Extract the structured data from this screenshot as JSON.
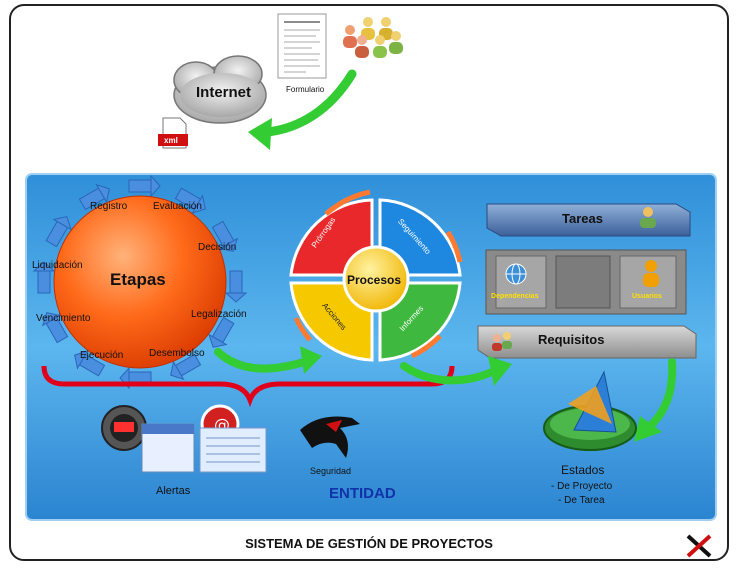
{
  "title": "SISTEMA DE GESTIÓN DE PROYECTOS",
  "top": {
    "internet": "Internet",
    "form": "Formulario",
    "xml_badge": "xml"
  },
  "etapas": {
    "center": "Etapas",
    "steps": [
      "Registro",
      "Evaluación",
      "Decisión",
      "Legalización",
      "Desembolso",
      "Ejecución",
      "Vencimiento",
      "Liquidación"
    ]
  },
  "procesos": {
    "center": "Procesos",
    "quadrants": [
      "Prórrogas",
      "Seguimiento",
      "Acciones",
      "Informes"
    ]
  },
  "structure": {
    "tareas": "Tareas",
    "dependencias": "Dependencias",
    "usuarios": "Usuarios",
    "requisitos": "Requisitos"
  },
  "bottom": {
    "alertas": "Alertas",
    "seguridad": "Seguridad",
    "entidad": "ENTIDAD",
    "estados": "Estados",
    "estado_items": [
      "- De Proyecto",
      "- De Tarea"
    ]
  },
  "colors": {
    "panel": "#3aa0e0",
    "arrow_green": "#33cc33",
    "brace_red": "#e0001a",
    "etapas_orange": "#ff6a1a",
    "entidad_blue": "#1133aa"
  }
}
